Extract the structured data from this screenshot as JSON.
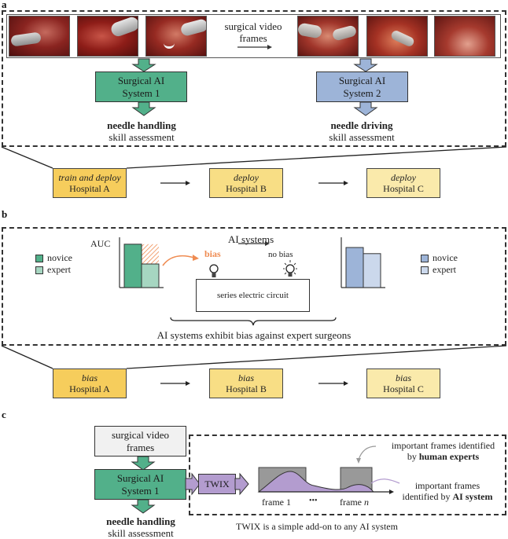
{
  "panels": {
    "a": {
      "label": "a",
      "frames_caption_line1": "surgical video",
      "frames_caption_line2": "frames",
      "system1": {
        "line1": "Surgical AI",
        "line2": "System 1",
        "color": "#52b08a"
      },
      "system2": {
        "line1": "Surgical AI",
        "line2": "System 2",
        "color": "#9db4d8"
      },
      "output1": {
        "bold": "needle handling",
        "sub": "skill assessment"
      },
      "output2": {
        "bold": "needle driving",
        "sub": "skill assessment"
      },
      "hospitals": [
        {
          "italic": "train and deploy",
          "name": "Hospital A",
          "color": "#f6cd5c"
        },
        {
          "italic": "deploy",
          "name": "Hospital B",
          "color": "#f8de85"
        },
        {
          "italic": "deploy",
          "name": "Hospital C",
          "color": "#faeaab"
        }
      ]
    },
    "b": {
      "label": "b",
      "auc_label": "AUC",
      "ai_systems_label": "AI systems",
      "bias_label": "bias",
      "no_bias_label": "no bias",
      "circuit_label": "series electric circuit",
      "summary": "AI systems exhibit bias against expert surgeons",
      "legend_left": [
        {
          "label": "novice",
          "color": "#52b08a"
        },
        {
          "label": "expert",
          "color": "#a6d6c1"
        }
      ],
      "legend_right": [
        {
          "label": "novice",
          "color": "#9db4d8"
        },
        {
          "label": "expert",
          "color": "#cbd8ec"
        }
      ],
      "bias_color": "#ef8c52",
      "left_chart": {
        "novice_auc_rel": 0.92,
        "expert_auc_rel": 0.5
      },
      "right_chart": {
        "novice_auc_rel": 0.85,
        "expert_auc_rel": 0.72
      },
      "hospitals": [
        {
          "italic": "bias",
          "name": "Hospital A",
          "color": "#f6cd5c"
        },
        {
          "italic": "bias",
          "name": "Hospital B",
          "color": "#f8de85"
        },
        {
          "italic": "bias",
          "name": "Hospital C",
          "color": "#faeaab"
        }
      ]
    },
    "c": {
      "label": "c",
      "input_line1": "surgical video",
      "input_line2": "frames",
      "system": {
        "line1": "Surgical AI",
        "line2": "System 1",
        "color": "#52b08a"
      },
      "output": {
        "bold": "needle handling",
        "sub": "skill assessment"
      },
      "twix_label": "TWIX",
      "twix_color": "#b39ccf",
      "human_note_line1": "important frames identified",
      "human_note_line2_pre": "by ",
      "human_note_line2_bold": "human experts",
      "ai_note_line1": "important frames",
      "ai_note_line2_pre": "identified by ",
      "ai_note_line2_bold": "AI system",
      "frame_first": "frame 1",
      "ellipsis": "•••",
      "frame_last_pre": "frame ",
      "frame_last_var": "n",
      "summary": "TWIX is a simple add-on to any AI system"
    }
  }
}
